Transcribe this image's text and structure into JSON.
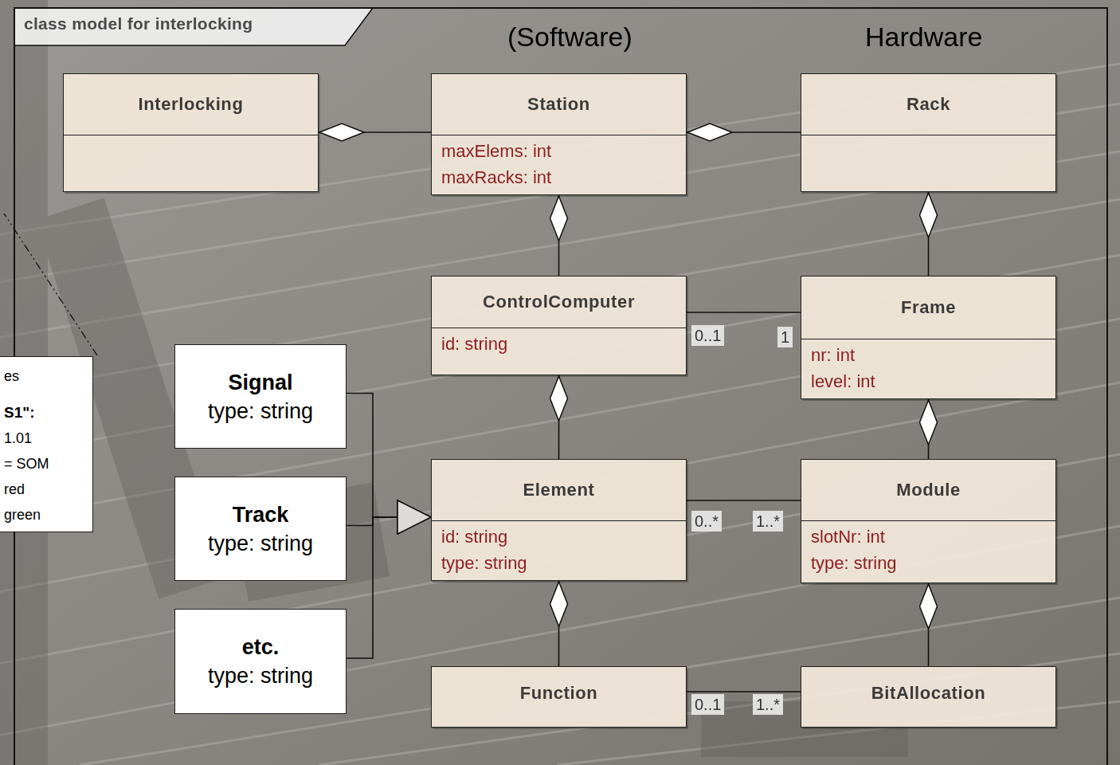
{
  "diagram": {
    "title": "class model for interlocking",
    "nodes": [
      {
        "text": [
          "Interlocking"
        ]
      },
      {
        "text": [
          "Station",
          "maxElems: int",
          "maxRacks: int"
        ]
      },
      {
        "text": [
          "Rack"
        ]
      },
      {
        "text": [
          "ControlComputer",
          "id: string"
        ]
      },
      {
        "text": [
          "Frame",
          "nr: int",
          "level: int"
        ]
      },
      {
        "text": [
          "es",
          "S1\":",
          "1.01",
          "= SOM",
          "red",
          "green"
        ]
      },
      {
        "text": [
          "Signal",
          "type: string"
        ]
      },
      {
        "text": [
          "Element",
          "id: string",
          "type: string"
        ]
      },
      {
        "text": [
          "Module",
          "slotNr: int",
          "type: string"
        ]
      },
      {
        "text": [
          "Track",
          "type: string"
        ]
      },
      {
        "text": [
          "etc.",
          "type: string"
        ]
      },
      {
        "text": [
          "Function"
        ]
      },
      {
        "text": [
          "BitAllocation"
        ]
      }
    ],
    "edges": [
      {
        "from": 1,
        "to": 0,
        "arrow": "to"
      },
      {
        "from": 2,
        "to": 1,
        "arrow": "to"
      },
      {
        "from": 3,
        "to": 1,
        "arrow": "to"
      },
      {
        "from": 4,
        "to": 2,
        "arrow": "to"
      },
      {
        "from": 7,
        "to": 3,
        "arrow": "to"
      },
      {
        "from": 8,
        "to": 4,
        "arrow": "to"
      },
      {
        "from": 11,
        "to": 7,
        "arrow": "to"
      },
      {
        "from": 12,
        "to": 8,
        "arrow": "to"
      },
      {
        "from": 3,
        "to": 4,
        "arrow": "none"
      },
      {
        "from": 7,
        "to": 8,
        "arrow": "none"
      },
      {
        "from": 11,
        "to": 12,
        "arrow": "none"
      },
      {
        "from": 6,
        "to": 7,
        "arrow": "to"
      },
      {
        "from": 9,
        "to": 7,
        "arrow": "to"
      },
      {
        "from": 10,
        "to": 7,
        "arrow": "to"
      }
    ],
    "labels": [
      "(Software)",
      "Hardware",
      "0..1",
      "1",
      "0..*",
      "1..*",
      "0..1",
      "1..*"
    ]
  }
}
